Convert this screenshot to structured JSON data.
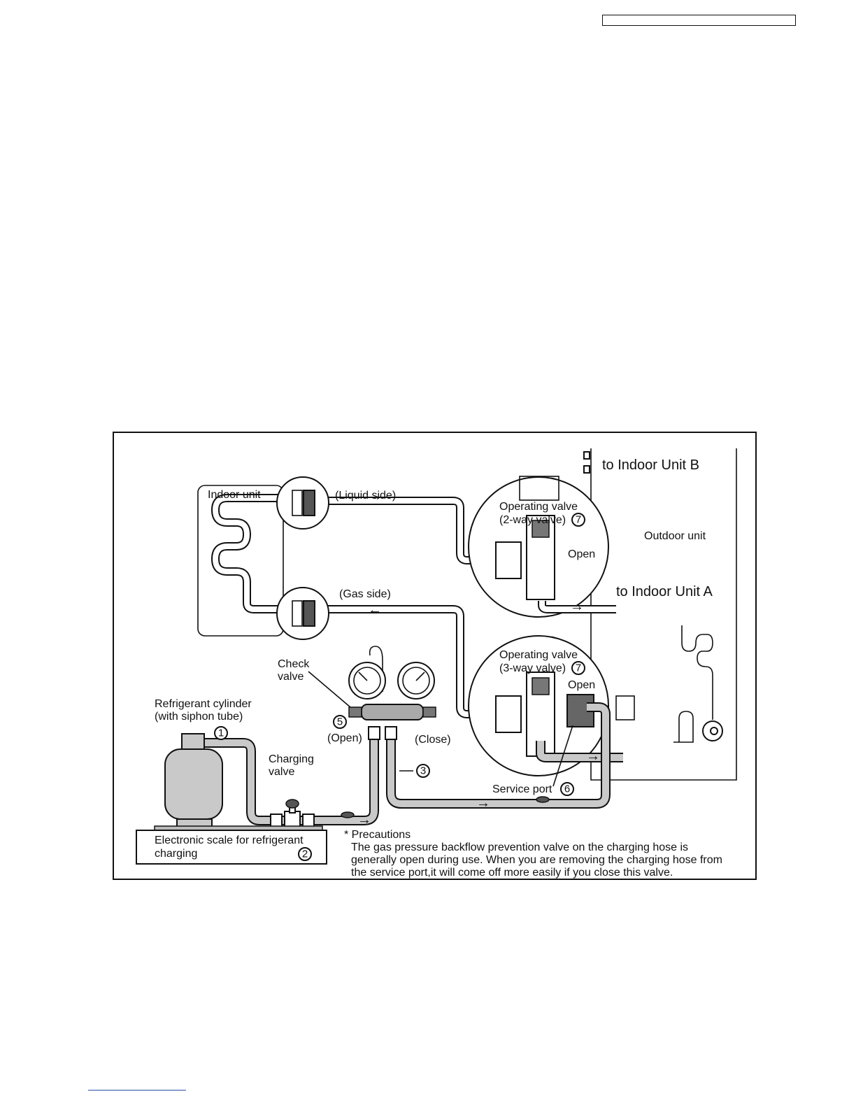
{
  "header": {
    "doc_id": ""
  },
  "diagram": {
    "labels": {
      "indoor_unit": "Indoor unit",
      "liquid_side": "(Liquid side)",
      "gas_side": "(Gas side)",
      "to_indoor_b": "to Indoor Unit  B",
      "to_indoor_a": "to Indoor Unit  A",
      "outdoor_unit": "Outdoor unit",
      "op_valve_2way_l1": "Operating valve",
      "op_valve_2way_l2": "(2-way valve)",
      "op_valve_3way_l1": "Operating valve",
      "op_valve_3way_l2": "(3-way valve)",
      "open_2way": "Open",
      "open_3way": "Open",
      "check_valve_l1": "Check",
      "check_valve_l2": "valve",
      "refrigerant_cylinder_l1": "Refrigerant cylinder",
      "refrigerant_cylinder_l2": "(with siphon tube)",
      "charging_valve_l1": "Charging",
      "charging_valve_l2": "valve",
      "open_5": "(Open)",
      "close": "(Close)",
      "service_port": "Service port",
      "scale_l1": "Electronic scale for refrigerant",
      "scale_l2": "charging"
    },
    "markers": {
      "m1": "1",
      "m2": "2",
      "m3": "3",
      "m5": "5",
      "m6": "6",
      "m7a": "7",
      "m7b": "7"
    },
    "precautions": {
      "title": "* Precautions",
      "line1": "The gas pressure backflow prevention valve on the charging hose is",
      "line2": "generally open during use. When you are removing the charging hose from",
      "line3": "the service port,it will come off more easily if you close this valve."
    },
    "arrows": {
      "right": "→",
      "left": "←"
    }
  }
}
